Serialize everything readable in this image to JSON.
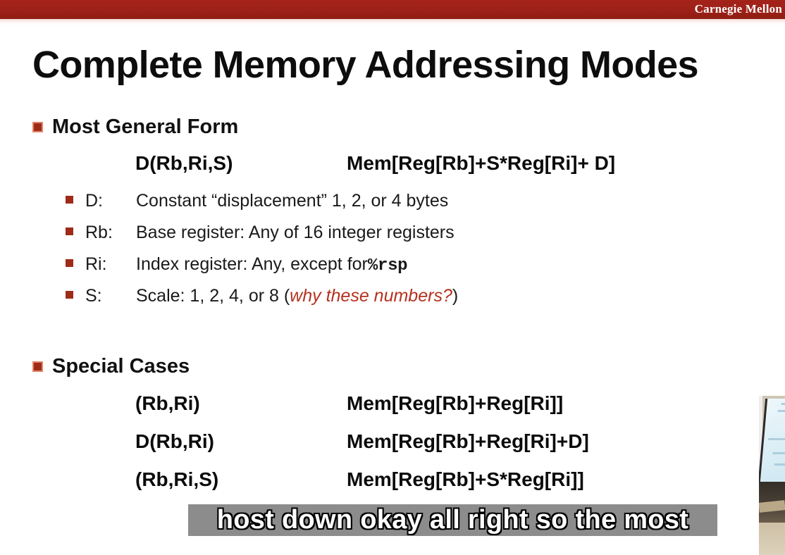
{
  "brand": {
    "name": "Carnegie Mellon",
    "bar_color": "#9d2117"
  },
  "slide": {
    "title": "Complete Memory Addressing Modes",
    "accent_color": "#9e2b18",
    "sections": [
      {
        "heading": "Most General Form",
        "formula": {
          "syntax": "D(Rb,Ri,S)",
          "meaning": "Mem[Reg[Rb]+S*Reg[Ri]+ D]"
        },
        "items": [
          {
            "key": "D:",
            "text": "Constant “displacement” 1, 2, or 4 bytes"
          },
          {
            "key": "Rb:",
            "text": "Base register: Any of 16 integer registers"
          },
          {
            "key": "Ri:",
            "text_before": "Index register: Any, except for ",
            "code": "%rsp",
            "text_after": ""
          },
          {
            "key": "S:",
            "text_before": "Scale: 1, 2, 4, or 8 (",
            "emphasis": "why these numbers?",
            "text_after": ")"
          }
        ]
      },
      {
        "heading": "Special Cases",
        "cases": [
          {
            "syntax": "(Rb,Ri)",
            "meaning": "Mem[Reg[Rb]+Reg[Ri]]"
          },
          {
            "syntax": "D(Rb,Ri)",
            "meaning": "Mem[Reg[Rb]+Reg[Ri]+D]"
          },
          {
            "syntax": "(Rb,Ri,S)",
            "meaning": "Mem[Reg[Rb]+S*Reg[Ri]]"
          }
        ]
      }
    ]
  },
  "caption": {
    "text": "host down okay all right so the most",
    "background": "#8c8c8c",
    "color": "#ffffff"
  }
}
